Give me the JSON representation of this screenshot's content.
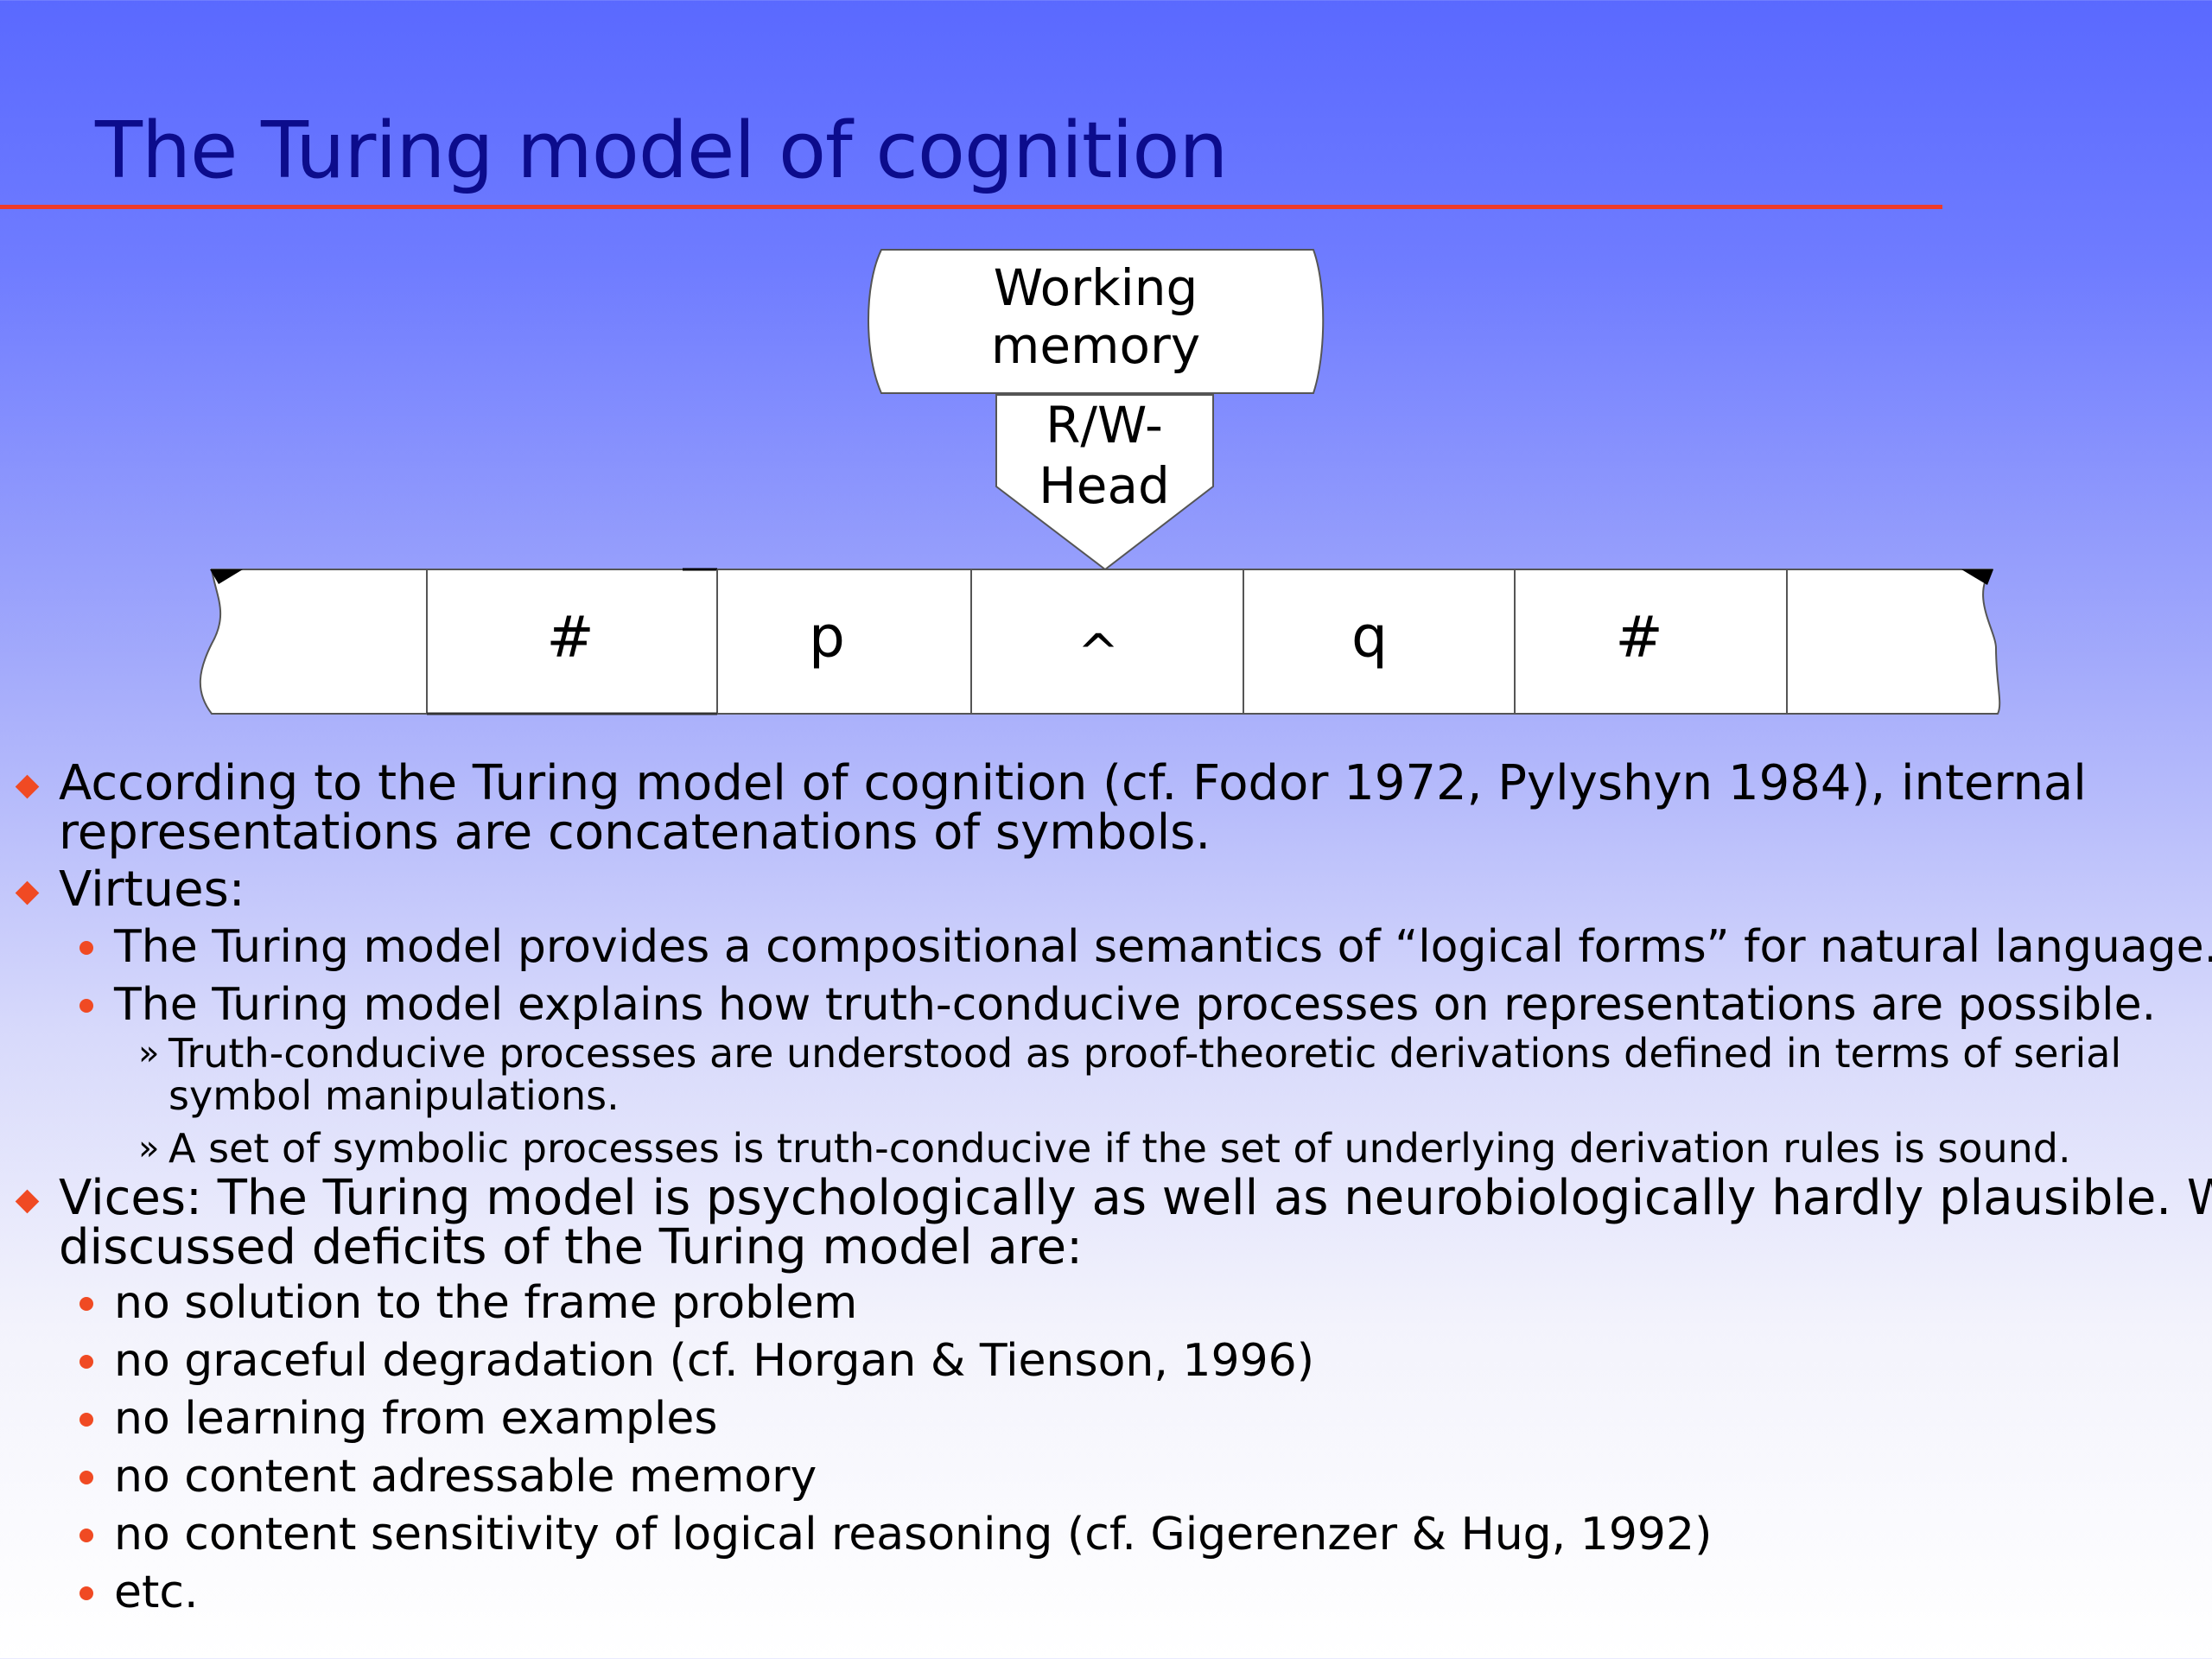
{
  "slide": {
    "title": "The Turing model of cognition"
  },
  "diagram": {
    "working_memory": [
      "Working",
      "memory"
    ],
    "rw_head": [
      "R/W-",
      "Head"
    ],
    "tape_cells": [
      "",
      "#",
      "p",
      "^",
      "q",
      "#",
      ""
    ]
  },
  "bullets": {
    "b1": [
      "According to the Turing model of cognition (cf. Fodor 1972, Pylyshyn 1984), internal",
      "representations are concatenations of symbols."
    ],
    "b2": "Virtues:",
    "b2_1": "The Turing model provides a compositional semantics of “logical forms” for natural language.",
    "b2_2": "The Turing model explains how truth-conducive processes on representations are possible.",
    "b2_2_1": [
      "Truth-conducive processes are understood as proof-theoretic derivations defined in terms of serial",
      "symbol manipulations."
    ],
    "b2_2_2": "A set of symbolic processes is truth-conducive if the set of underlying derivation rules is sound.",
    "b3": [
      "Vices: The Turing model is psychologically as well as neurobiologically hardly plausible. Well",
      "discussed deficits of the Turing model are:"
    ],
    "b3_items": [
      "no solution to the frame problem",
      "no graceful degradation (cf. Horgan & Tienson, 1996)",
      "no learning from examples",
      "no content adressable memory",
      "no content sensitivity of logical reasoning (cf. Gigerenzer & Hug, 1992)",
      "etc."
    ],
    "sub_marker": "»"
  },
  "colors": {
    "title": "#0c0c8c",
    "accent": "#ee3b2a",
    "bullet": "#f04a23"
  }
}
